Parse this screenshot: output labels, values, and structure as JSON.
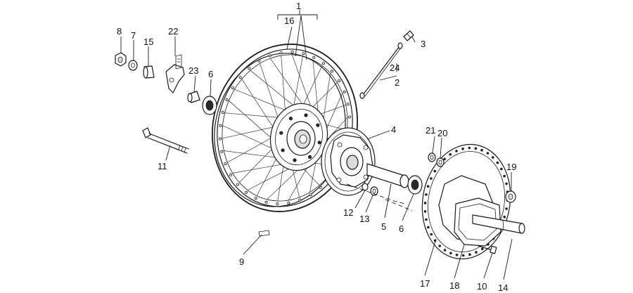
{
  "callouts": [
    {
      "id": "c1",
      "text": "1"
    },
    {
      "id": "c2",
      "text": "2"
    },
    {
      "id": "c3",
      "text": "3"
    },
    {
      "id": "c4",
      "text": "4"
    },
    {
      "id": "c5",
      "text": "5"
    },
    {
      "id": "c6a",
      "text": "6"
    },
    {
      "id": "c6b",
      "text": "6"
    },
    {
      "id": "c7",
      "text": "7"
    },
    {
      "id": "c8",
      "text": "8"
    },
    {
      "id": "c9",
      "text": "9"
    },
    {
      "id": "c10",
      "text": "10"
    },
    {
      "id": "c11",
      "text": "11"
    },
    {
      "id": "c12",
      "text": "12"
    },
    {
      "id": "c13",
      "text": "13"
    },
    {
      "id": "c14",
      "text": "14"
    },
    {
      "id": "c15",
      "text": "15"
    },
    {
      "id": "c16",
      "text": "16"
    },
    {
      "id": "c17",
      "text": "17"
    },
    {
      "id": "c18",
      "text": "18"
    },
    {
      "id": "c19",
      "text": "19"
    },
    {
      "id": "c20",
      "text": "20"
    },
    {
      "id": "c21",
      "text": "21"
    },
    {
      "id": "c22",
      "text": "22"
    },
    {
      "id": "c23",
      "text": "23"
    },
    {
      "id": "c24",
      "text": "24"
    }
  ],
  "colors": {
    "line": "#1a1a1a",
    "background": "#ffffff"
  }
}
